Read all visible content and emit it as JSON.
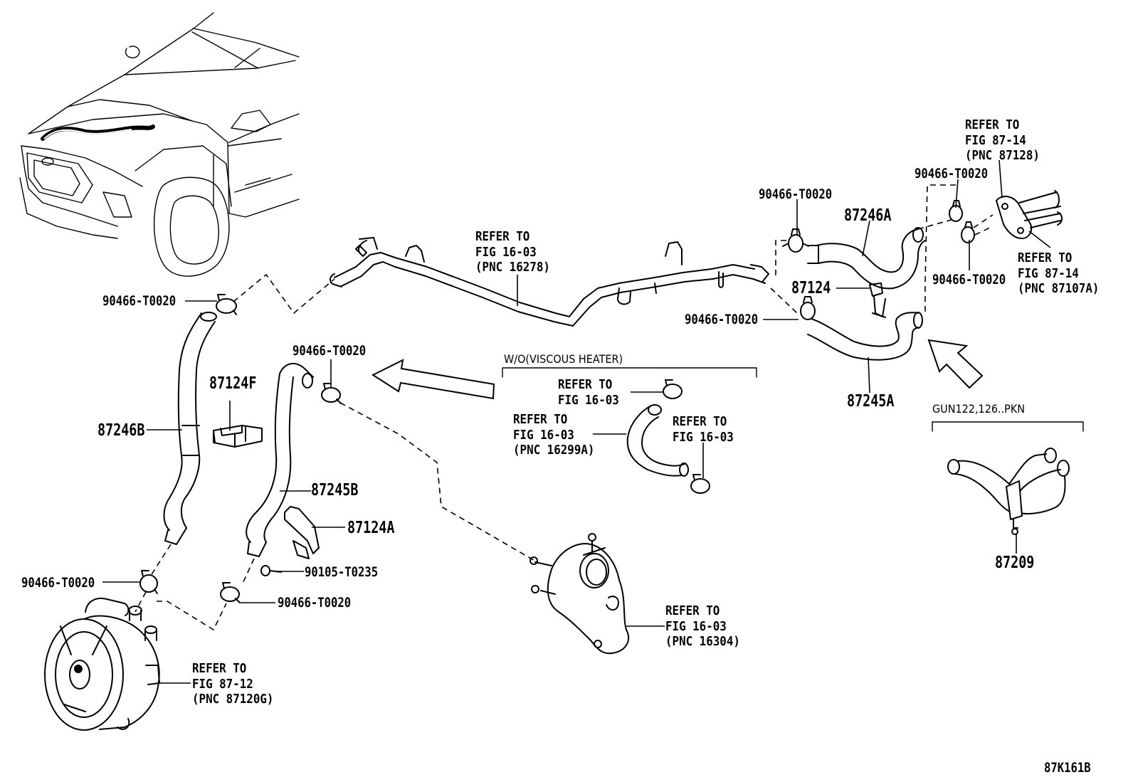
{
  "labels": {
    "clamp_top_right_a": "90466-T0020",
    "clamp_top_right_b": "90466-T0020",
    "clamp_top_mid": "90466-T0020",
    "clamp_mid_right": "90466-T0020",
    "clamp_top_left": "90466-T0020",
    "clamp_center": "90466-T0020",
    "clamp_bottom_left": "90466-T0020",
    "clamp_bottom_center": "90466-T0020",
    "bolt": "90105-T0235",
    "hose_87246a": "87246A",
    "hose_87245a": "87245A",
    "hose_87246b": "87246B",
    "hose_87245b": "87245B",
    "clip_87124": "87124",
    "clip_87124f": "87124F",
    "clip_87124a": "87124A",
    "hose_87209": "87209",
    "ref_top_right": "REFER TO\nFIG 87-14\n(PNC 87128)",
    "ref_right": "REFER TO\nFIG 87-14\n(PNC 87107A)",
    "ref_pipe": "REFER TO\nFIG 16-03\n(PNC 16278)",
    "ref_wo_clamp": "REFER TO\nFIG 16-03",
    "ref_wo_hose": "REFER TO\nFIG 16-03\n(PNC 16299A)",
    "ref_wo_clamp2": "REFER TO\nFIG 16-03",
    "ref_water_pump": "REFER TO\nFIG 16-03\n(PNC 16304)",
    "ref_vacuum_pump": "REFER TO\nFIG 87-12\n(PNC 87120G)",
    "wo_caption": "W/O(VISCOUS HEATER)",
    "gun_caption": "GUN122,126..PKN",
    "figure_code": "87K161B"
  }
}
